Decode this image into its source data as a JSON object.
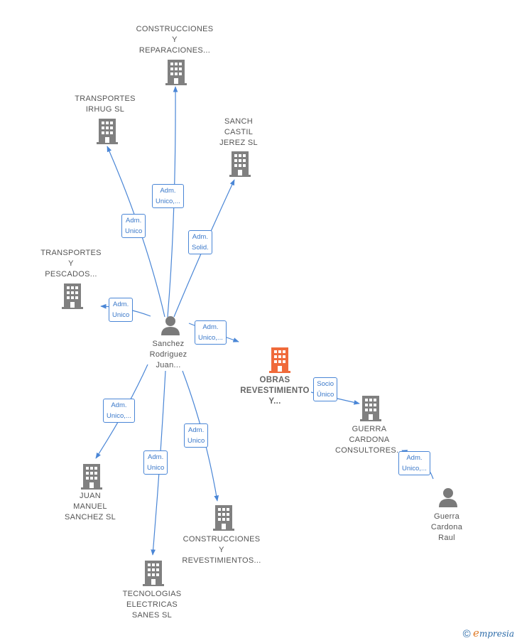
{
  "colors": {
    "edge": "#4a86d6",
    "company": "#808080",
    "focus": "#f06a3a",
    "person": "#7a7a7a"
  },
  "center_person": {
    "label": "Sanchez\nRodriguez\nJuan..."
  },
  "focus_company": {
    "label": "OBRAS\nREVESTIMIENTO\nY..."
  },
  "companies": [
    {
      "id": "construcciones_reparaciones",
      "label": "CONSTRUCCIONES\nY\nREPARACIONES..."
    },
    {
      "id": "transportes_irhug",
      "label": "TRANSPORTES\nIRHUG  SL"
    },
    {
      "id": "sanch_castil",
      "label": "SANCH\nCASTIL\nJEREZ SL"
    },
    {
      "id": "transportes_pescados",
      "label": "TRANSPORTES\nY\nPESCADOS..."
    },
    {
      "id": "guerra_cardona",
      "label": "GUERRA\nCARDONA\nCONSULTORES..."
    },
    {
      "id": "juan_manuel",
      "label": "JUAN\nMANUEL\nSANCHEZ  SL"
    },
    {
      "id": "construcciones_revestimientos",
      "label": "CONSTRUCCIONES\nY\nREVESTIMIENTOS..."
    },
    {
      "id": "tecnologias",
      "label": "TECNOLOGIAS\nELECTRICAS\nSANES  SL"
    }
  ],
  "persons": [
    {
      "id": "guerra_raul",
      "label": "Guerra\nCardona\nRaul"
    }
  ],
  "edge_labels": [
    {
      "id": "e_reparaciones",
      "text": "Adm.\nUnico,..."
    },
    {
      "id": "e_irhug",
      "text": "Adm.\nUnico"
    },
    {
      "id": "e_sanch",
      "text": "Adm.\nSolid."
    },
    {
      "id": "e_pescados",
      "text": "Adm.\nUnico"
    },
    {
      "id": "e_obras",
      "text": "Adm.\nUnico,..."
    },
    {
      "id": "e_socio",
      "text": "Socio\nÚnico"
    },
    {
      "id": "e_raul",
      "text": "Adm.\nUnico,..."
    },
    {
      "id": "e_juan",
      "text": "Adm.\nUnico,..."
    },
    {
      "id": "e_revestimientos",
      "text": "Adm.\nUnico"
    },
    {
      "id": "e_tecnologias",
      "text": "Adm.\nUnico"
    }
  ],
  "footer": {
    "copyright": "©",
    "brand_initial": "e",
    "brand_rest": "mpresia"
  }
}
